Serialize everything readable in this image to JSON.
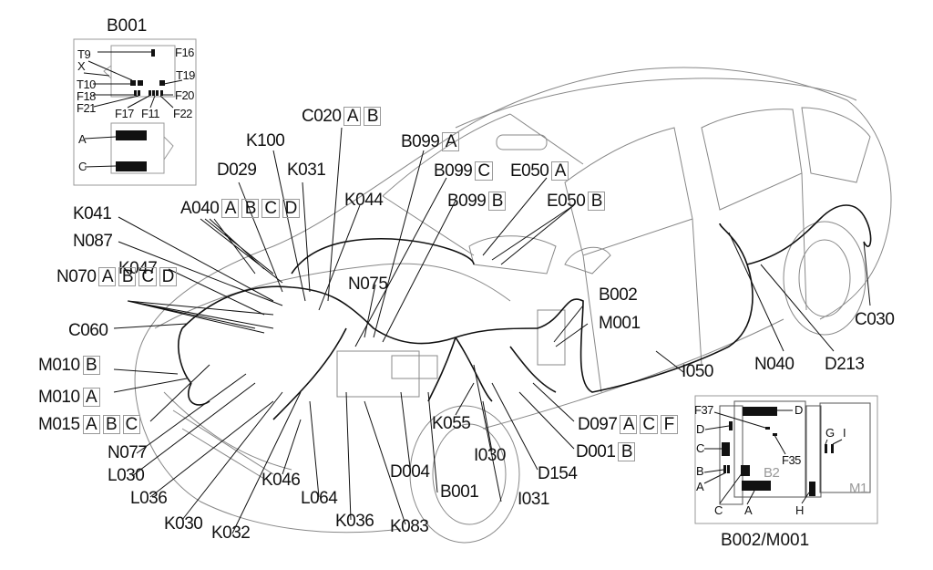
{
  "diagram": {
    "subject": "Vehicle electrical component location diagram",
    "inset_b001": {
      "title": "B001",
      "labels": [
        "F16",
        "T9",
        "X",
        "T19",
        "T10",
        "F18",
        "F20",
        "F21",
        "F17",
        "F11",
        "F22",
        "A",
        "C"
      ]
    },
    "inset_b002_m001": {
      "title": "B002/M001",
      "labels": [
        "F37",
        "D",
        "D",
        "C",
        "F35",
        "B",
        "A",
        "C",
        "A",
        "H",
        "G",
        "I"
      ],
      "module_marks": [
        "B2",
        "M1"
      ]
    },
    "callouts": [
      {
        "id": "C020",
        "boxes": [
          "A",
          "B"
        ]
      },
      {
        "id": "K100",
        "boxes": []
      },
      {
        "id": "B099",
        "boxes": [
          "A"
        ]
      },
      {
        "id": "D029",
        "boxes": []
      },
      {
        "id": "K031",
        "boxes": []
      },
      {
        "id": "B099",
        "boxes": [
          "C"
        ]
      },
      {
        "id": "E050",
        "boxes": [
          "A"
        ]
      },
      {
        "id": "B099",
        "boxes": [
          "B"
        ]
      },
      {
        "id": "E050",
        "boxes": [
          "B"
        ]
      },
      {
        "id": "K044",
        "boxes": []
      },
      {
        "id": "K041",
        "boxes": []
      },
      {
        "id": "A040",
        "boxes": [
          "A",
          "B",
          "C",
          "D"
        ]
      },
      {
        "id": "N087",
        "boxes": []
      },
      {
        "id": "K047",
        "boxes": []
      },
      {
        "id": "N075",
        "boxes": []
      },
      {
        "id": "N070",
        "boxes": [
          "A",
          "B",
          "C",
          "D"
        ]
      },
      {
        "id": "B002",
        "boxes": []
      },
      {
        "id": "M001",
        "boxes": []
      },
      {
        "id": "C060",
        "boxes": []
      },
      {
        "id": "C030",
        "boxes": []
      },
      {
        "id": "M010",
        "boxes": [
          "B"
        ]
      },
      {
        "id": "N040",
        "boxes": []
      },
      {
        "id": "D213",
        "boxes": []
      },
      {
        "id": "I050",
        "boxes": []
      },
      {
        "id": "M010",
        "boxes": [
          "A"
        ]
      },
      {
        "id": "M015",
        "boxes": [
          "A",
          "B",
          "C"
        ]
      },
      {
        "id": "K055",
        "boxes": []
      },
      {
        "id": "D097",
        "boxes": [
          "A",
          "C",
          "F"
        ]
      },
      {
        "id": "N077",
        "boxes": []
      },
      {
        "id": "I030",
        "boxes": []
      },
      {
        "id": "D001",
        "boxes": [
          "B"
        ]
      },
      {
        "id": "L030",
        "boxes": []
      },
      {
        "id": "D154",
        "boxes": []
      },
      {
        "id": "D004",
        "boxes": []
      },
      {
        "id": "L036",
        "boxes": []
      },
      {
        "id": "K046",
        "boxes": []
      },
      {
        "id": "B001",
        "boxes": []
      },
      {
        "id": "I031",
        "boxes": []
      },
      {
        "id": "L064",
        "boxes": []
      },
      {
        "id": "K030",
        "boxes": []
      },
      {
        "id": "K036",
        "boxes": []
      },
      {
        "id": "K083",
        "boxes": []
      },
      {
        "id": "K032",
        "boxes": []
      }
    ]
  }
}
